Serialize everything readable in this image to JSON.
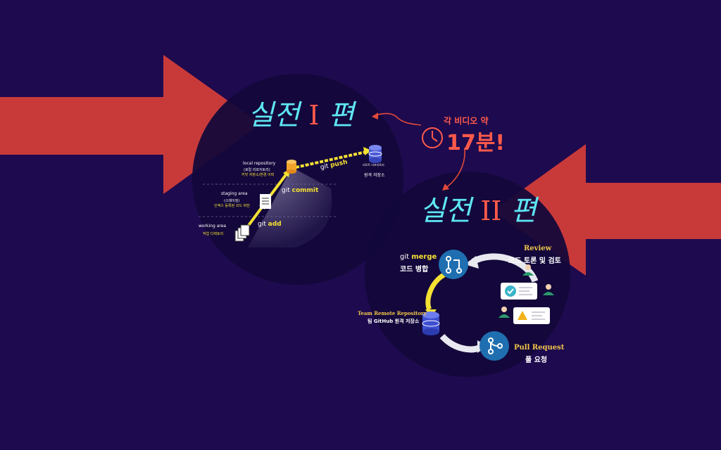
{
  "colors": {
    "background": "#1e0a4e",
    "arrow": "#c83a3a",
    "circle": "#12073a",
    "cyan_title": "#5ee6f2",
    "roman_numeral": "#ff5a4a",
    "git_yellow": "#f5e132",
    "gold_label": "#f2c64a",
    "node_blue": "#1f6fb0"
  },
  "part1": {
    "title_main": "실전",
    "title_roman": "I",
    "title_end": "편",
    "local_repo": "local repository",
    "local_repo_sub1": "(로컬 리포지토리)",
    "local_repo_sub2": "커밋 저장소/변경 이력",
    "remote_small": "리모트 리포지토리",
    "remote_label": "원격 저장소",
    "staging": "staging area",
    "staging_sub1": "(스테이징)",
    "staging_sub2": "인덱스 등록된 코드 버전",
    "working": "working area",
    "working_sub": "작업 디렉토리",
    "git_add_prefix": "git",
    "git_add_cmd": "add",
    "git_commit_prefix": "git",
    "git_commit_cmd": "commit",
    "git_push_prefix": "git",
    "git_push_cmd": "push"
  },
  "badge": {
    "line1": "각 비디오 약",
    "line2": "17분!",
    "icon": "clock-icon"
  },
  "part2": {
    "title_main": "실전",
    "title_roman": "II",
    "title_end": "편",
    "merge_prefix": "git",
    "merge_cmd": "merge",
    "merge_ko": "코드 병합",
    "review_en": "Review",
    "review_ko": "코드 토론 및 검토",
    "team_repo_en": "Team Remote Repository",
    "team_repo_ko": "팀 GitHub 원격 저장소",
    "pr_en": "Pull Request",
    "pr_ko": "풀 요청"
  }
}
